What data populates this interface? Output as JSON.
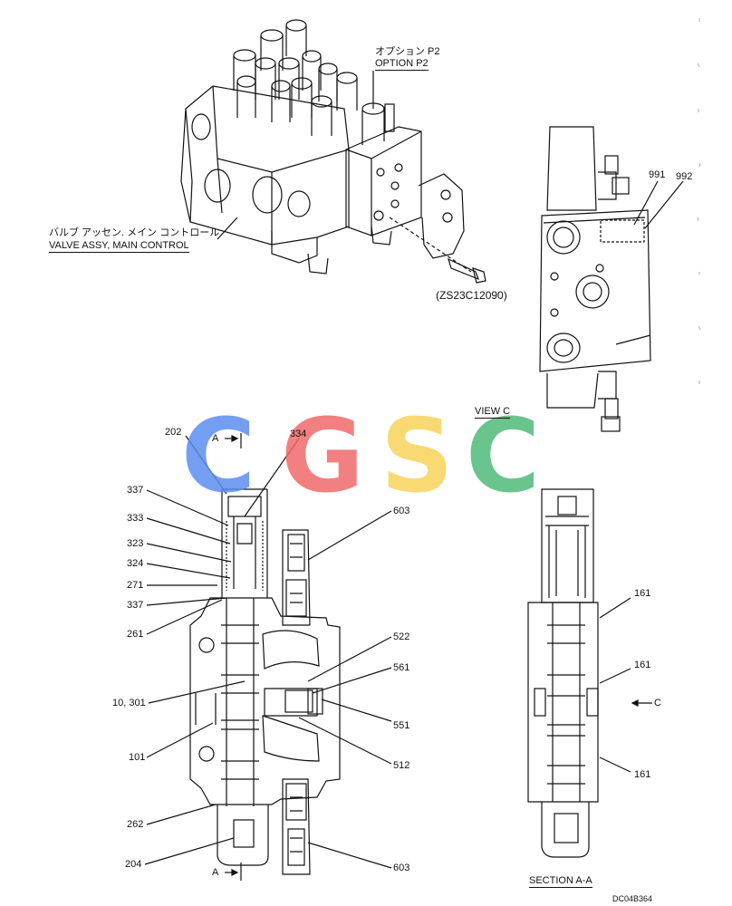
{
  "top_view": {
    "option_label_jp": "オプション P2",
    "option_label_en": "OPTION P2",
    "valve_label_jp": "バルブ アッセン. メイン コントロール",
    "valve_label_en": "VALVE ASSY, MAIN CONTROL",
    "bolt_code": "(ZS23C12090)"
  },
  "view_c": {
    "title": "VIEW C",
    "labels": [
      "991",
      "992"
    ]
  },
  "section": {
    "cut_label_top": "A",
    "cut_label_bottom": "A",
    "left_labels": [
      "202",
      "334",
      "337",
      "333",
      "323",
      "324",
      "271",
      "337",
      "261",
      "10, 301",
      "101",
      "262",
      "204"
    ],
    "right_labels": [
      "603",
      "522",
      "561",
      "551",
      "512",
      "603"
    ],
    "section_labels": [
      "161",
      "161",
      "161"
    ],
    "view_arrow_label": "C",
    "title": "SECTION A-A"
  },
  "watermark": {
    "letters": [
      "C",
      "G",
      "S",
      "C"
    ],
    "colors": [
      "#5b8ef0",
      "#f06a6a",
      "#f7d35a",
      "#4fba7a"
    ]
  },
  "doc_code": "DC04B364"
}
